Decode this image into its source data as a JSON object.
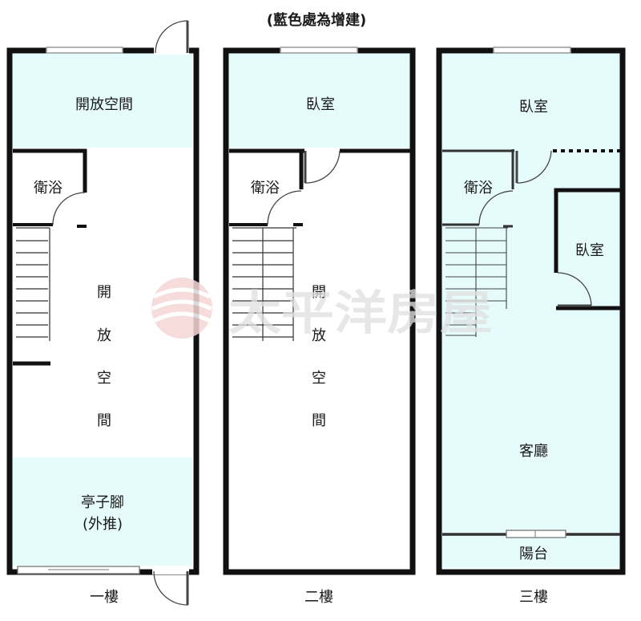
{
  "caption": "(藍色處為增建)",
  "watermark": "太平洋房屋",
  "colors": {
    "added": "#e6fbfb",
    "wall": "#111111",
    "window": "#bfc7c9"
  },
  "floors": [
    {
      "name": "一樓",
      "rooms": {
        "top": "開放空間",
        "bath": "衛浴",
        "main": [
          "開",
          "放",
          "空",
          "間"
        ],
        "porch_line1": "亭子腳",
        "porch_line2": "(外推)"
      }
    },
    {
      "name": "二樓",
      "rooms": {
        "top": "臥室",
        "bath": "衛浴",
        "main": [
          "開",
          "放",
          "空",
          "間"
        ]
      }
    },
    {
      "name": "三樓",
      "rooms": {
        "top": "臥室",
        "bath": "衛浴",
        "side": "臥室",
        "living": "客廳",
        "balcony": "陽台"
      }
    }
  ]
}
